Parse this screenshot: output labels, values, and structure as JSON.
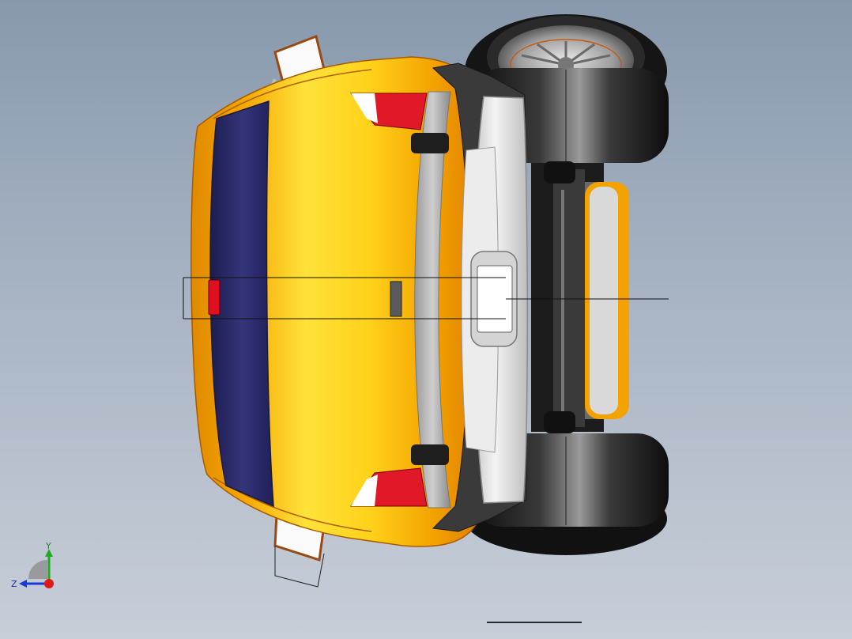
{
  "view": {
    "orientation": "Back view"
  },
  "triad": {
    "y_label": "Y",
    "z_label": "Z"
  },
  "colors": {
    "viewport_top": "#8899ad",
    "viewport_bottom": "#c8ced8",
    "body_paint": "#f5b400",
    "body_paint_dark": "#e07a00",
    "glass": "#2a2a6a",
    "bumper": "#e6e6e6",
    "tire": "#1a1a1a",
    "tail_light": "#e01020",
    "axis_y": "#22aa22",
    "axis_z": "#1a3ad8",
    "axis_origin": "#e01818"
  }
}
